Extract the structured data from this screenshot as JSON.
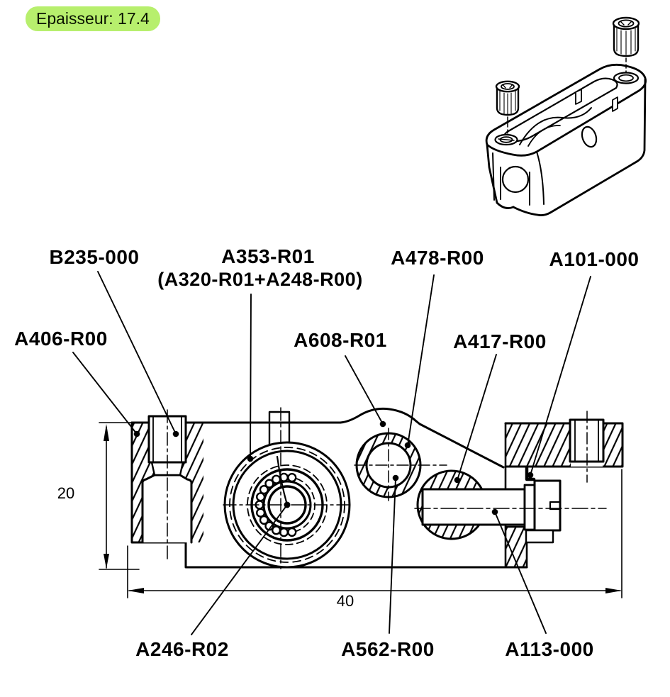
{
  "badge": {
    "text": "Epaisseur: 17.4",
    "background": "#b7ef6d"
  },
  "drawing": {
    "dimension_height": "20",
    "dimension_width": "40",
    "labels": {
      "b235": "B235-000",
      "a353": "A353-R01",
      "a353_sub": "(A320-R01+A248-R00)",
      "a478": "A478-R00",
      "a101": "A101-000",
      "a406": "A406-R00",
      "a608": "A608-R01",
      "a417": "A417-R00",
      "a246": "A246-R02",
      "a562": "A562-R00",
      "a113": "A113-000"
    }
  }
}
